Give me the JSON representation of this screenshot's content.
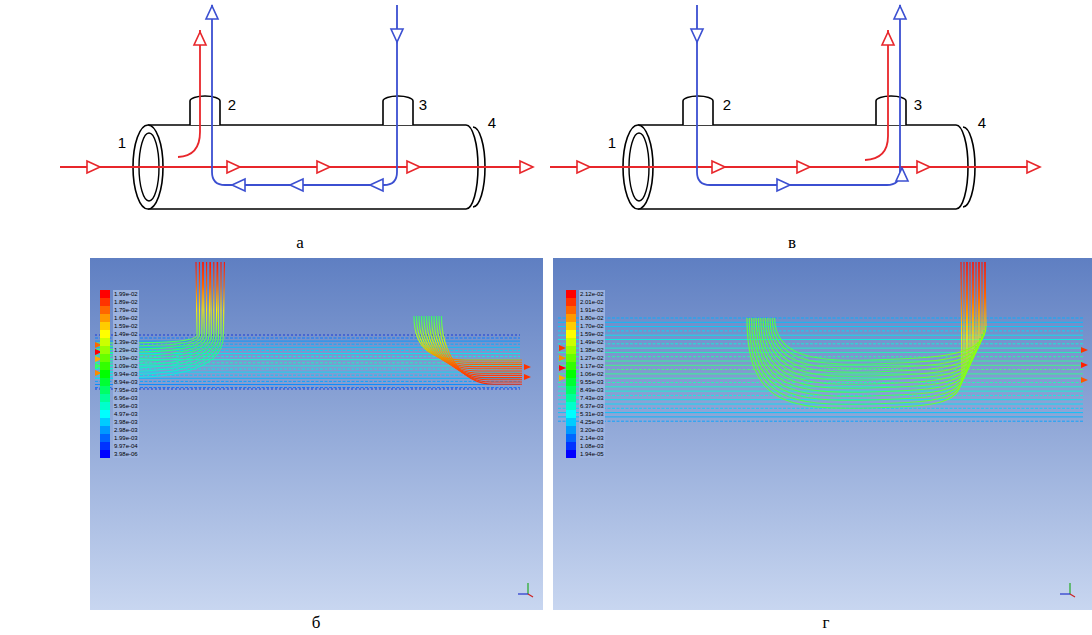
{
  "diagram": {
    "labels": [
      "1",
      "2",
      "3",
      "4",
      "1",
      "2",
      "3",
      "4",
      "а",
      "в",
      "б",
      "г"
    ],
    "legend": [
      {
        "text": "1.99e-02",
        "color": "#ff0000"
      },
      {
        "text": "1.89e-02",
        "color": "#ff3300"
      },
      {
        "text": "1.79e-02",
        "color": "#ff6600"
      },
      {
        "text": "1.69e-02",
        "color": "#ff9900"
      },
      {
        "text": "1.59e-02",
        "color": "#ffcc00"
      },
      {
        "text": "1.49e-02",
        "color": "#ffff00"
      },
      {
        "text": "1.39e-02",
        "color": "#ccff00"
      },
      {
        "text": "1.29e-02",
        "color": "#99ff00"
      },
      {
        "text": "1.19e-02",
        "color": "#66ff00"
      },
      {
        "text": "1.09e-02",
        "color": "#33ff00"
      },
      {
        "text": "9.94e-03",
        "color": "#00ff00"
      },
      {
        "text": "8.94e-03",
        "color": "#00ff33"
      },
      {
        "text": "7.95e-03",
        "color": "#00ff66"
      },
      {
        "text": "6.96e-03",
        "color": "#00ff99"
      },
      {
        "text": "5.96e-03",
        "color": "#00ffcc"
      },
      {
        "text": "4.97e-03",
        "color": "#00ffff"
      },
      {
        "text": "3.98e-03",
        "color": "#00ccff"
      },
      {
        "text": "2.98e-03",
        "color": "#0099ff"
      },
      {
        "text": "1.99e-03",
        "color": "#0066ff"
      },
      {
        "text": "9.97e-04",
        "color": "#0033ff"
      },
      {
        "text": "3.98e-06",
        "color": "#0000ff"
      },
      {
        "text": "2.12e-02",
        "color": "#ff0000"
      },
      {
        "text": "2.01e-02",
        "color": "#ff3300"
      },
      {
        "text": "1.91e-02",
        "color": "#ff6600"
      },
      {
        "text": "1.80e-02",
        "color": "#ff9900"
      },
      {
        "text": "1.70e-02",
        "color": "#ffcc00"
      },
      {
        "text": "1.59e-02",
        "color": "#ffff00"
      },
      {
        "text": "1.49e-02",
        "color": "#ccff00"
      },
      {
        "text": "1.38e-02",
        "color": "#99ff00"
      },
      {
        "text": "1.27e-02",
        "color": "#66ff00"
      },
      {
        "text": "1.17e-02",
        "color": "#33ff00"
      },
      {
        "text": "1.06e-02",
        "color": "#00ff00"
      },
      {
        "text": "9.55e-03",
        "color": "#00ff33"
      },
      {
        "text": "8.49e-03",
        "color": "#00ff66"
      },
      {
        "text": "7.43e-03",
        "color": "#00ff99"
      },
      {
        "text": "6.37e-03",
        "color": "#00ffcc"
      },
      {
        "text": "5.31e-03",
        "color": "#00ffff"
      },
      {
        "text": "4.25e-03",
        "color": "#00ccff"
      },
      {
        "text": "3.20e-03",
        "color": "#0099ff"
      },
      {
        "text": "2.14e-03",
        "color": "#0066ff"
      },
      {
        "text": "1.08e-03",
        "color": "#0033ff"
      },
      {
        "text": "1.94e-05",
        "color": "#0000ff"
      }
    ]
  }
}
